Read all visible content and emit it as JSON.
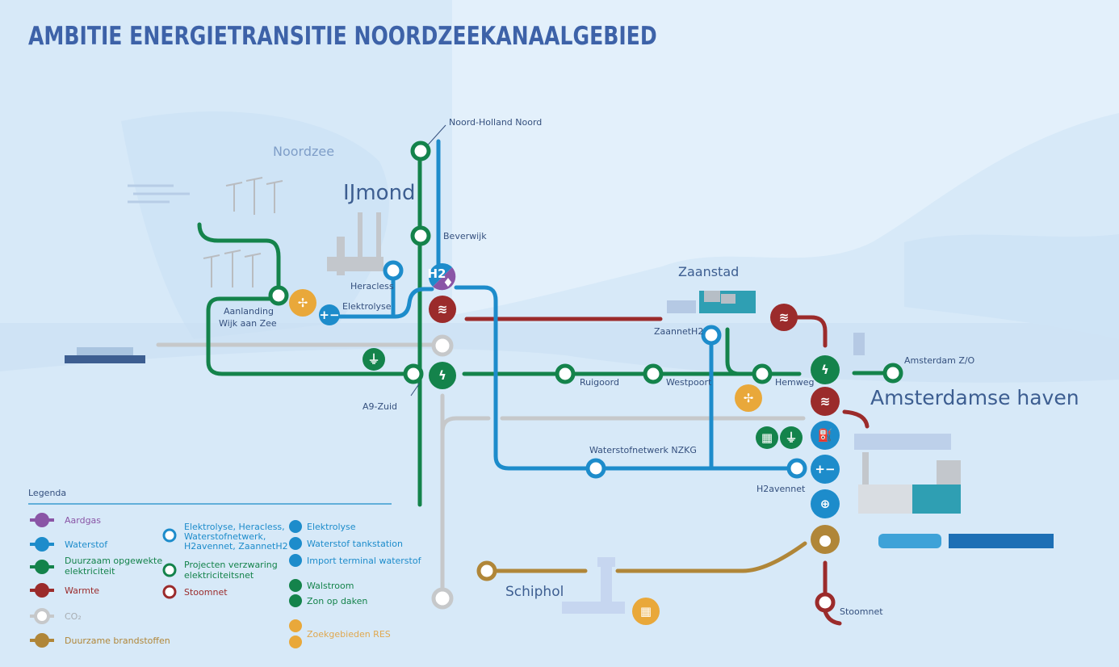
{
  "title": "AMBITIE ENERGIETRANSITIE NOORDZEEKANAALGEBIED",
  "colors": {
    "aardgas": "#8a55a6",
    "waterstof": "#1d8ccb",
    "elektriciteit": "#14834b",
    "warmte": "#9b2b2b",
    "co2": "#c6c8ca",
    "brandstoffen": "#b08638",
    "res": "#e9a83a"
  },
  "regions": {
    "noordzee": "Noordzee",
    "ijmond": "IJmond",
    "zaanstad": "Zaanstad",
    "amsterdamse_haven": "Amsterdamse haven",
    "schiphol": "Schiphol"
  },
  "stations": {
    "noord_holland_noord": "Noord-Holland Noord",
    "beverwijk": "Beverwijk",
    "heracless": "Heracless",
    "elektrolyse": "Elektrolyse",
    "aanlanding": "Aanlanding",
    "wijk_aan_zee": "Wijk aan Zee",
    "a9_zuid": "A9-Zuid",
    "ruigoord": "Ruigoord",
    "westpoort": "Westpoort",
    "hemweg": "Hemweg",
    "zaannet": "ZaannetH2",
    "amsterdam_zo": "Amsterdam Z/O",
    "waterstofnetwerk": "Waterstofnetwerk NZKG",
    "h2avennet": "H2avennet",
    "stoomnet": "Stoomnet",
    "h2_badge": "H2"
  },
  "legend": {
    "title": "Legenda",
    "lines": [
      {
        "label": "Aardgas",
        "key": "aardgas"
      },
      {
        "label": "Waterstof",
        "key": "waterstof"
      },
      {
        "label": "Duurzaam opgewekte",
        "label2": "elektriciteit",
        "key": "elektriciteit"
      },
      {
        "label": "Warmte",
        "key": "warmte"
      },
      {
        "label": "CO₂",
        "key": "co2"
      },
      {
        "label": "Duurzame brandstoffen",
        "key": "brandstoffen"
      }
    ],
    "nodes": [
      {
        "l1": "Elektrolyse, Heracless,",
        "l2": "Waterstofnetwerk,",
        "l3": "H2avennet, ZaannetH2"
      },
      {
        "l1": "Projecten verzwaring",
        "l2": "elektriciteitsnet"
      },
      {
        "l1": "Stoomnet"
      }
    ],
    "icons": [
      {
        "label": "Elektrolyse"
      },
      {
        "label": "Waterstof tankstation"
      },
      {
        "label": "Import terminal waterstof"
      },
      {
        "label": "Walstroom"
      },
      {
        "label": "Zon op daken"
      },
      {
        "label": "Zoekgebieden RES"
      }
    ]
  }
}
